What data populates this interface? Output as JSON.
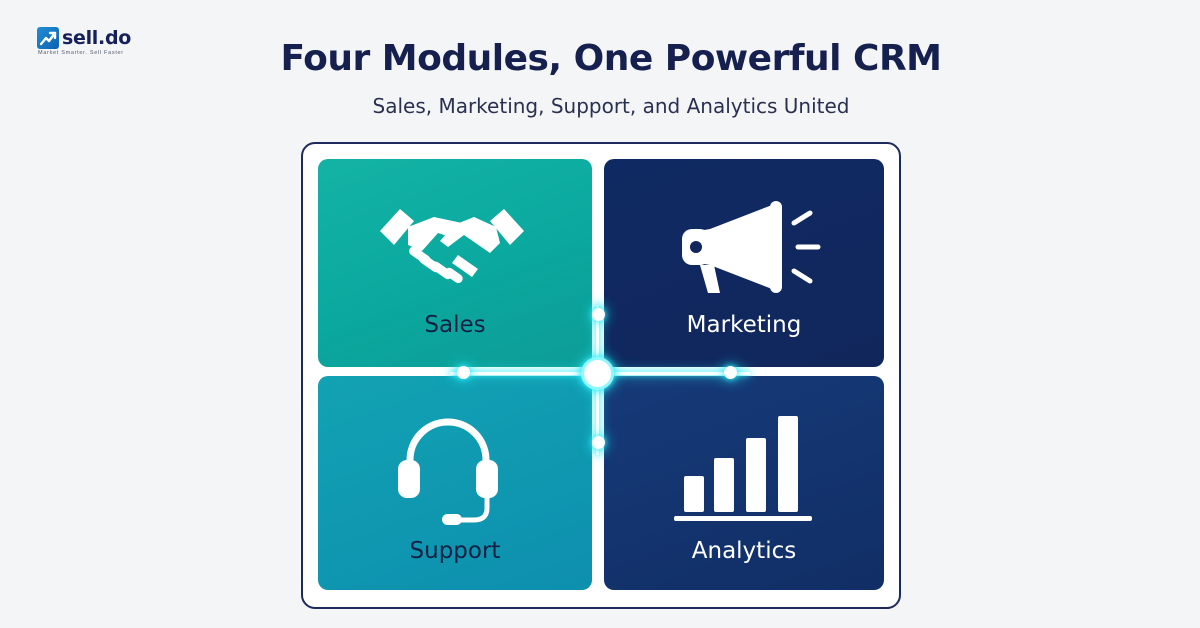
{
  "brand": {
    "name": "sell.do",
    "tagline": "Market Smarter. Sell Faster"
  },
  "header": {
    "title": "Four Modules, One Powerful CRM",
    "subtitle": "Sales, Marketing, Support, and Analytics United"
  },
  "modules": [
    {
      "label": "Sales",
      "icon": "handshake-icon",
      "color": "#0aa89e"
    },
    {
      "label": "Marketing",
      "icon": "megaphone-icon",
      "color": "#11275c"
    },
    {
      "label": "Support",
      "icon": "headset-icon",
      "color": "#0d8fae"
    },
    {
      "label": "Analytics",
      "icon": "bar-chart-icon",
      "color": "#112e66"
    }
  ],
  "colors": {
    "title": "#15204f",
    "connector_glow": "#29e6f0",
    "frame_border": "#1e2a5c"
  }
}
